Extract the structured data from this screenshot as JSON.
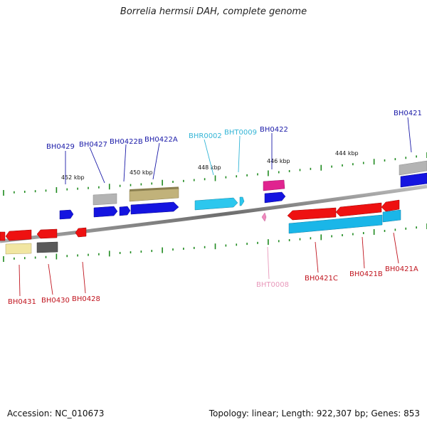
{
  "title": "Borrelia hermsii DAH, complete genome",
  "footer": {
    "accession": "Accession: NC_010673",
    "summary": "Topology: linear; Length: 922,307 bp; Genes: 853"
  },
  "colors": {
    "forward_label": "#1a1aa8",
    "reverse_label": "#c0141e",
    "rna_label": "#33b5d6",
    "pseudo_label": "#e899bb",
    "backbone": "#888888",
    "tick": "#1e8a1e"
  },
  "scale_labels": [
    "452 kbp",
    "450 kbp",
    "448 kbp",
    "446 kbp",
    "444 kbp"
  ],
  "gene_labels": {
    "BH0429": "BH0429",
    "BH0427": "BH0427",
    "BH0422B": "BH0422B",
    "BH0422A": "BH0422A",
    "BHR0002": "BHR0002",
    "BHT0009": "BHT0009",
    "BH0422": "BH0422",
    "BH0421": "BH0421",
    "BHT0008": "BHT0008",
    "BH0421C": "BH0421C",
    "BH0421B": "BH0421B",
    "BH0421A": "BH0421A",
    "BH0431": "BH0431",
    "BH0430": "BH0430",
    "BH0428": "BH0428"
  }
}
